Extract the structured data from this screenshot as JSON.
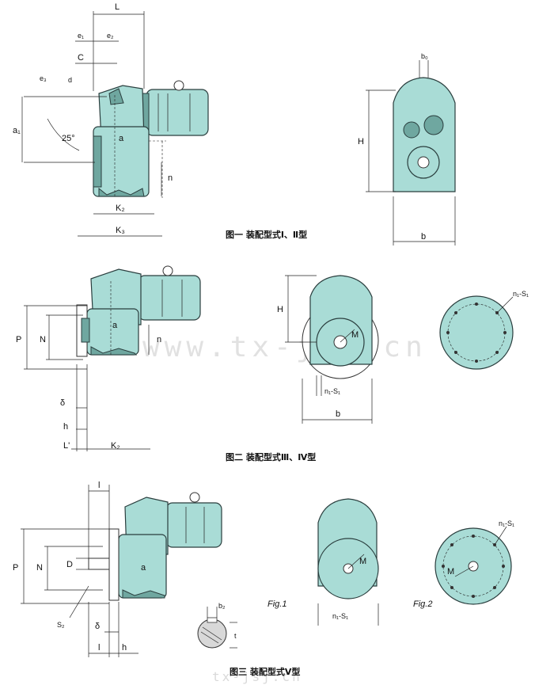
{
  "colors": {
    "housing": "#a9dcd6",
    "housing_dark": "#6fa7a0",
    "outline": "#2a3e3e"
  },
  "watermark": "www.tx-jsj.cn",
  "footer_watermark": "tx-jsj.cn",
  "captions": {
    "fig1": "图一    装配型式Ⅰ、Ⅱ型",
    "fig2": "图二    装配型式Ⅲ、Ⅳ型",
    "fig3": "图三    装配型式Ⅴ型"
  },
  "fig_labels": {
    "fig_1": "Fig.1",
    "fig_2": "Fig.2"
  },
  "dims": {
    "L": "L",
    "e1": "e₁",
    "e2": "e₂",
    "C": "C",
    "e3": "e₃",
    "d": "d",
    "a1": "a₁",
    "a": "a",
    "n": "n",
    "K2": "K₂",
    "K3": "K₃",
    "angle": "25°",
    "b0": "b₀",
    "H": "H",
    "b": "b",
    "P": "P",
    "N": "N",
    "delta": "δ",
    "h": "h",
    "Lp": "L'",
    "n1s1": "n₁-S₁",
    "M": "M",
    "l": "l",
    "D": "D",
    "S2": "S₂",
    "b2": "b₂",
    "t": "t"
  }
}
